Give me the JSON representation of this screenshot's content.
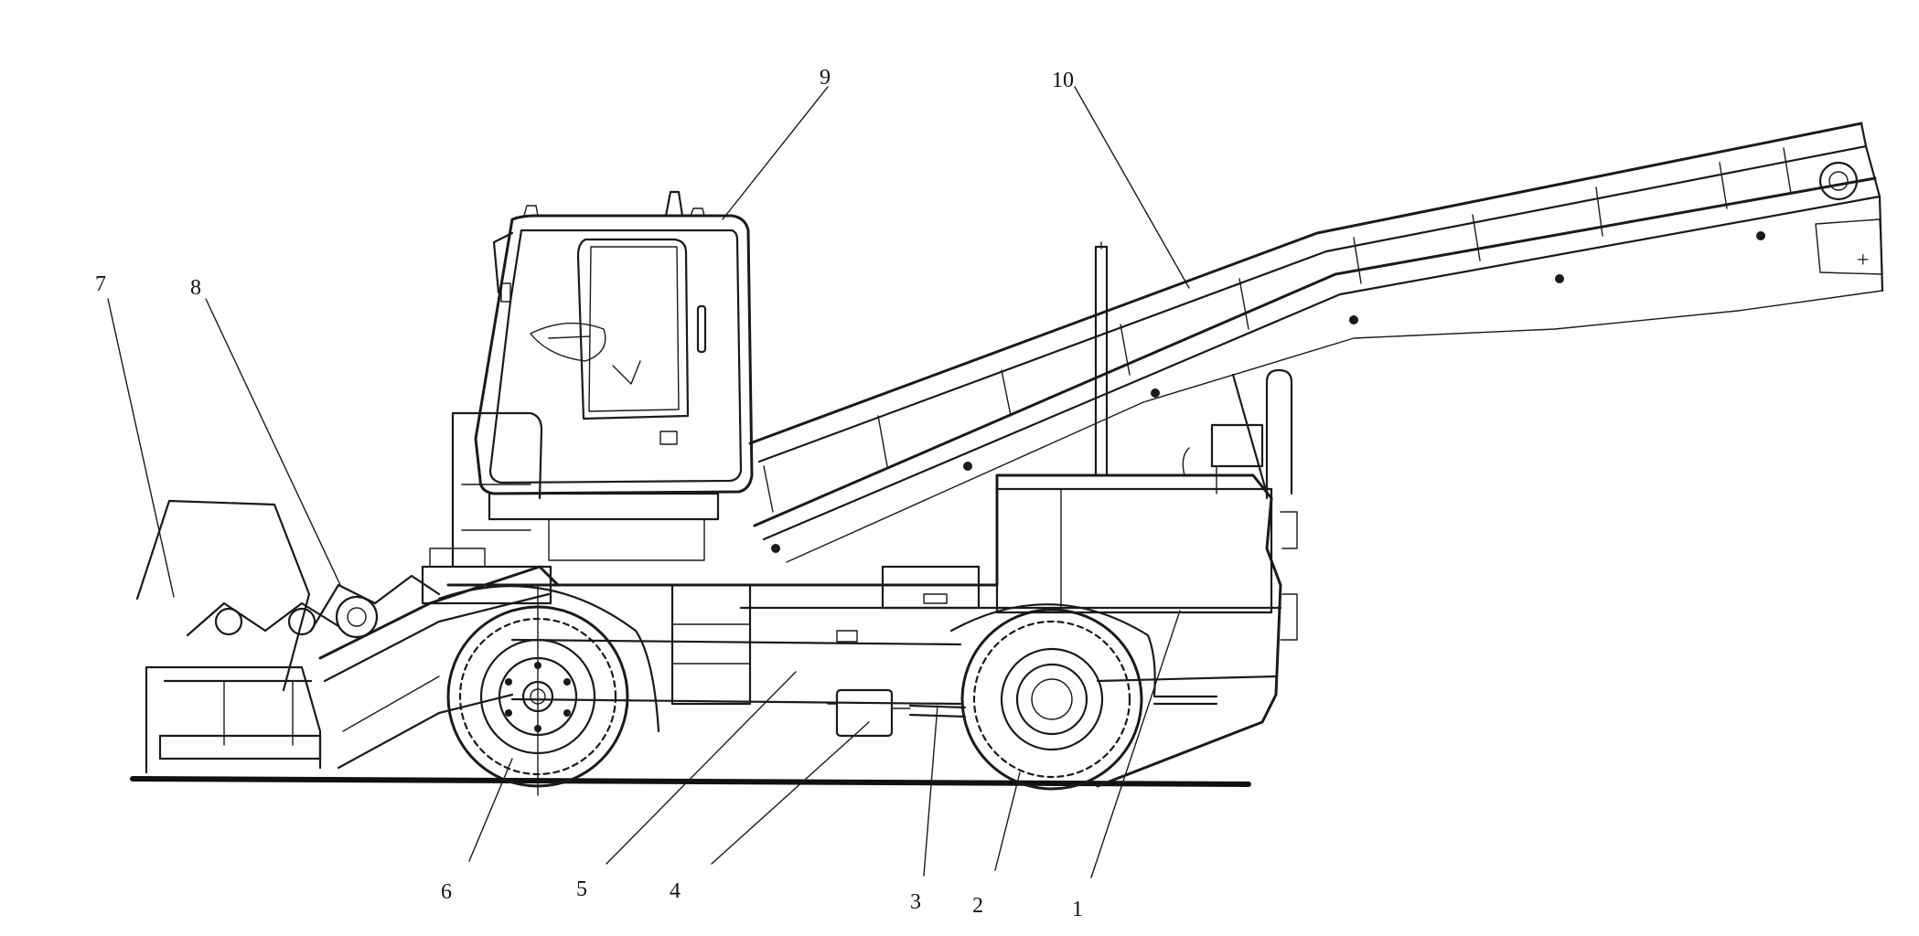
{
  "callouts": [
    {
      "id": "1",
      "text": "1"
    },
    {
      "id": "2",
      "text": "2"
    },
    {
      "id": "3",
      "text": "3"
    },
    {
      "id": "4",
      "text": "4"
    },
    {
      "id": "5",
      "text": "5"
    },
    {
      "id": "6",
      "text": "6"
    },
    {
      "id": "7",
      "text": "7"
    },
    {
      "id": "8",
      "text": "8"
    },
    {
      "id": "9",
      "text": "9"
    },
    {
      "id": "10",
      "text": "10"
    }
  ],
  "colors": {
    "ink": "#1a1a1a",
    "background": "#ffffff"
  }
}
